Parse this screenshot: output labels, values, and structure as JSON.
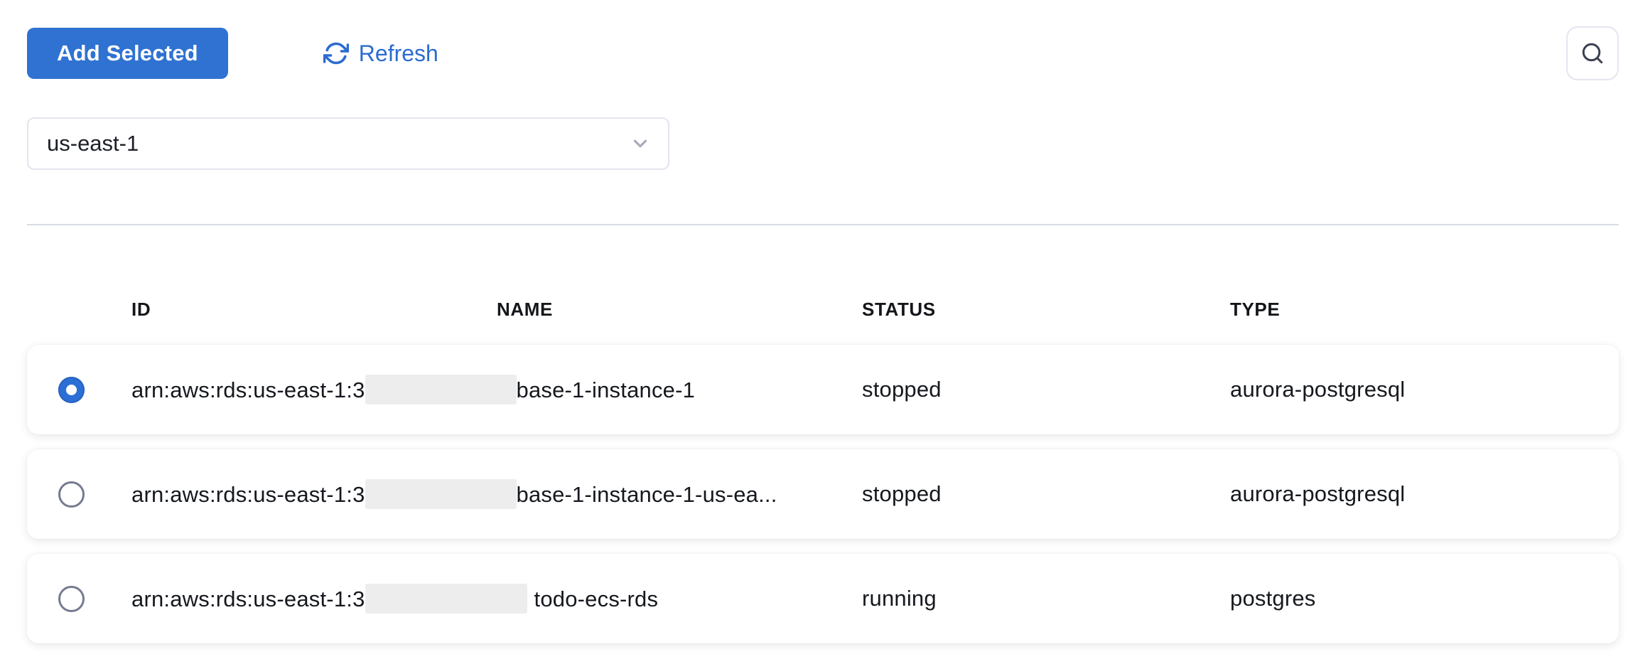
{
  "toolbar": {
    "add_selected_label": "Add Selected",
    "refresh_label": "Refresh"
  },
  "search": {
    "icon": "search-icon"
  },
  "region_select": {
    "value": "us-east-1",
    "chevron_icon": "chevron-down-icon"
  },
  "table": {
    "columns": [
      "ID",
      "NAME",
      "STATUS",
      "TYPE"
    ],
    "rows": [
      {
        "id_prefix": "arn:aws:rds:us-east-1:3",
        "id_redacted": true,
        "id_suffix": "base-1-instance-1",
        "status": "stopped",
        "type": "aurora-postgresql",
        "selected": true
      },
      {
        "id_prefix": "arn:aws:rds:us-east-1:3",
        "id_redacted": true,
        "id_suffix": "base-1-instance-1-us-ea...",
        "status": "stopped",
        "type": "aurora-postgresql",
        "selected": false
      },
      {
        "id_prefix": "arn:aws:rds:us-east-1:3",
        "id_redacted": true,
        "id_suffix": "todo-ecs-rds",
        "status": "running",
        "type": "postgres",
        "selected": false
      }
    ]
  },
  "colors": {
    "accent_blue": "#2f72d2",
    "radio_selected_blue": "#2b6fd6",
    "refresh_link_blue": "#2b6cd0",
    "border_gray": "#e4e5f0",
    "divider_gray": "#d9dce4",
    "redaction_gray": "#ededed",
    "text_dark": "#15181e"
  }
}
